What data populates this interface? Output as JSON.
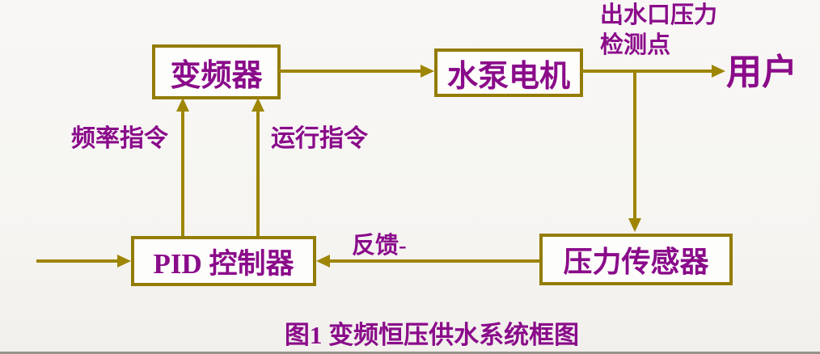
{
  "diagram": {
    "caption": "图1 变频恒压供水系统框图",
    "nodes": {
      "inverter": {
        "label": "变频器"
      },
      "pump_motor": {
        "label": "水泵电机"
      },
      "pid_controller": {
        "label": "PID 控制器"
      },
      "pressure_sensor": {
        "label": "压力传感器"
      }
    },
    "labels": {
      "frequency_command": "频率指令",
      "run_command": "运行指令",
      "outlet_pressure_point": "出水口压力\n检测点",
      "user": "用户",
      "feedback": "反馈-"
    },
    "colors": {
      "line": "#9e8503",
      "box_border": "#937c05",
      "text": "#8a0b8a",
      "background": "#f6f5f2"
    }
  }
}
